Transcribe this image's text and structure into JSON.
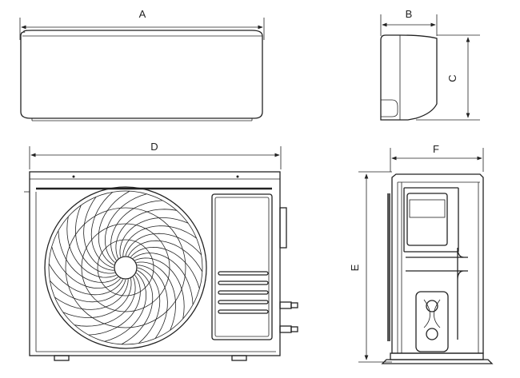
{
  "labels": {
    "a": "A",
    "b": "B",
    "c": "C",
    "d": "D",
    "e": "E",
    "f": "F"
  },
  "fan": {
    "blade_count": 28
  }
}
